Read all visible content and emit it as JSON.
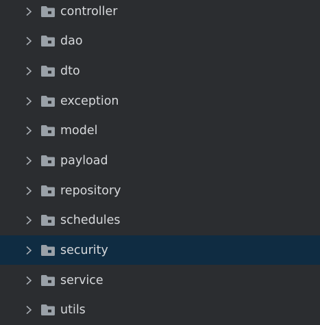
{
  "project_tree": {
    "items": [
      {
        "label": "controller",
        "expanded": false,
        "selected": false,
        "icon": "folder-package-icon"
      },
      {
        "label": "dao",
        "expanded": false,
        "selected": false,
        "icon": "folder-package-icon"
      },
      {
        "label": "dto",
        "expanded": false,
        "selected": false,
        "icon": "folder-package-icon"
      },
      {
        "label": "exception",
        "expanded": false,
        "selected": false,
        "icon": "folder-package-icon"
      },
      {
        "label": "model",
        "expanded": false,
        "selected": false,
        "icon": "folder-package-icon"
      },
      {
        "label": "payload",
        "expanded": false,
        "selected": false,
        "icon": "folder-package-icon"
      },
      {
        "label": "repository",
        "expanded": false,
        "selected": false,
        "icon": "folder-package-icon"
      },
      {
        "label": "schedules",
        "expanded": false,
        "selected": false,
        "icon": "folder-package-icon"
      },
      {
        "label": "security",
        "expanded": false,
        "selected": true,
        "icon": "folder-package-icon"
      },
      {
        "label": "service",
        "expanded": false,
        "selected": false,
        "icon": "folder-package-icon"
      },
      {
        "label": "utils",
        "expanded": false,
        "selected": false,
        "icon": "folder-package-icon"
      }
    ]
  },
  "colors": {
    "background": "#2b2d30",
    "selected_row": "#0f2c42",
    "text": "#d7d9dc",
    "folder_icon": "#9aa1a8",
    "chevron": "#a8adb3"
  }
}
